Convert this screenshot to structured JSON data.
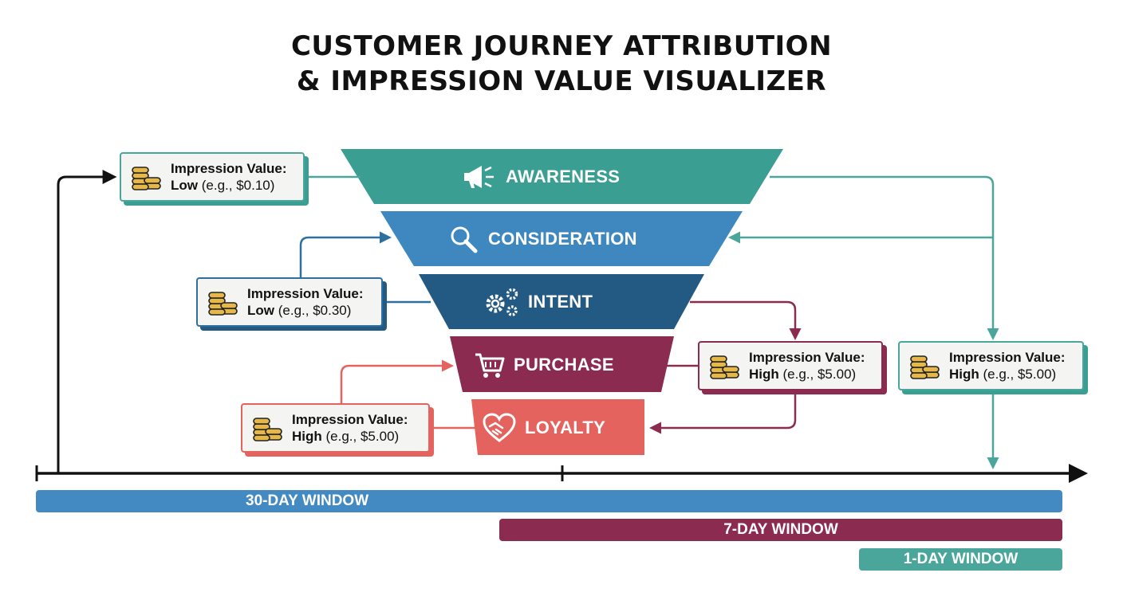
{
  "title": {
    "line1": "CUSTOMER JOURNEY ATTRIBUTION",
    "line2": "& IMPRESSION VALUE VISUALIZER"
  },
  "colors": {
    "awareness": "#3a9e93",
    "consideration": "#3e88bf",
    "intent": "#235a83",
    "purchase": "#8a2b4f",
    "loyalty": "#e5635e",
    "window_30": "#4389c2",
    "window_7": "#8a2b4f",
    "window_1": "#4aa69a"
  },
  "stages": [
    {
      "key": "awareness",
      "label": "AWARENESS",
      "icon": "megaphone-icon"
    },
    {
      "key": "consideration",
      "label": "CONSIDERATION",
      "icon": "magnifier-icon"
    },
    {
      "key": "intent",
      "label": "INTENT",
      "icon": "gears-icon"
    },
    {
      "key": "purchase",
      "label": "PURCHASE",
      "icon": "cart-icon"
    },
    {
      "key": "loyalty",
      "label": "LOYALTY",
      "icon": "handshake-heart-icon"
    }
  ],
  "value_cards": [
    {
      "id": "card-awareness",
      "title": "Impression Value:",
      "level": "Low",
      "amount": "(e.g., $0.10)",
      "icon": "coins-icon"
    },
    {
      "id": "card-intent",
      "title": "Impression Value:",
      "level": "Low",
      "amount": "(e.g., $0.30)",
      "icon": "coins-icon"
    },
    {
      "id": "card-loyalty",
      "title": "Impression Value:",
      "level": "High",
      "amount": "(e.g., $5.00)",
      "icon": "coins-icon"
    },
    {
      "id": "card-purchase",
      "title": "Impression Value:",
      "level": "High",
      "amount": "(e.g., $5.00)",
      "icon": "coins-icon"
    },
    {
      "id": "card-oneday",
      "title": "Impression Value:",
      "level": "High",
      "amount": "(e.g., $5.00)",
      "icon": "coins-icon"
    }
  ],
  "windows": [
    {
      "label": "30-DAY WINDOW"
    },
    {
      "label": "7-DAY WINDOW"
    },
    {
      "label": "1-DAY WINDOW"
    }
  ]
}
